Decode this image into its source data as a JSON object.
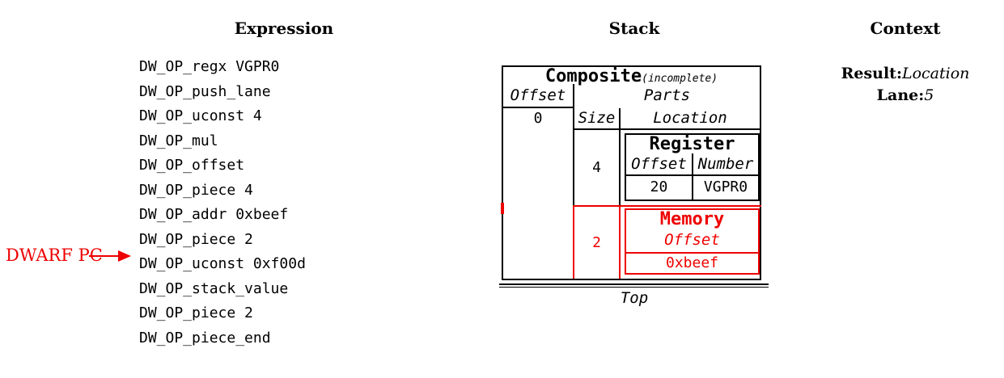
{
  "titles": {
    "expression": "Expression",
    "stack": "Stack",
    "context": "Context"
  },
  "expression": {
    "lines": [
      "DW_OP_regx VGPR0",
      "DW_OP_push_lane",
      "DW_OP_uconst 4",
      "DW_OP_mul",
      "DW_OP_offset",
      "DW_OP_piece 4",
      "DW_OP_addr 0xbeef",
      "DW_OP_piece 2",
      "DW_OP_uconst 0xf00d",
      "DW_OP_stack_value",
      "DW_OP_piece 2",
      "DW_OP_piece_end"
    ],
    "pc_marker": {
      "label": "DWARF PC",
      "points_to": "DW_OP_uconst 0xf00d"
    }
  },
  "stack": {
    "composite": {
      "title": "Composite",
      "qualifier": "(incomplete)",
      "offset_header": "Offset",
      "parts_header": "Parts",
      "offset_value": "0",
      "size_header": "Size",
      "location_header": "Location"
    },
    "parts": [
      {
        "size": "4",
        "highlighted": false,
        "location": {
          "type": "Register",
          "fields": [
            "Offset",
            "Number"
          ],
          "values": [
            "20",
            "VGPR0"
          ]
        }
      },
      {
        "size": "2",
        "highlighted": true,
        "location": {
          "type": "Memory",
          "fields": [
            "Offset"
          ],
          "values": [
            "0xbeef"
          ]
        }
      }
    ],
    "top_label": "Top"
  },
  "context": {
    "result_label": "Result:",
    "result_value": "Location",
    "lane_label": "Lane:",
    "lane_value": "5"
  },
  "colors": {
    "highlight_red": "#ee0000",
    "black": "#000000"
  }
}
